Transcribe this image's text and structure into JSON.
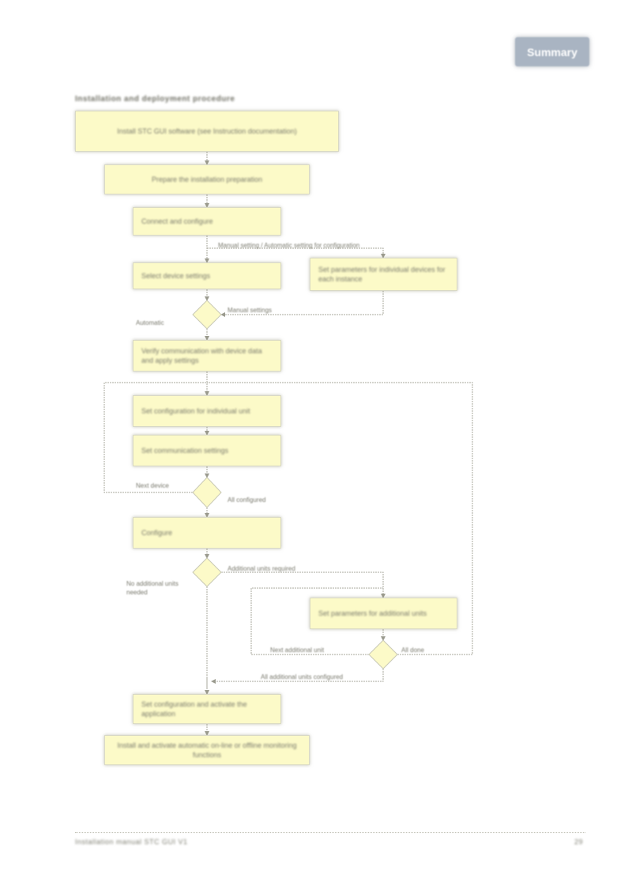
{
  "badge": {
    "label": "Summary"
  },
  "heading": "Installation and deployment procedure",
  "boxes": {
    "b1": "Install STC GUI software (see Instruction documentation)",
    "b2": "Prepare the installation preparation",
    "b3": "Connect and configure",
    "b4": "Select device settings",
    "b5": "Set parameters for individual devices for each instance",
    "b6": "Verify communication with device data and apply settings",
    "b7": "Set configuration for individual unit",
    "b8": "Set communication settings",
    "b9": "Configure",
    "b10": "Set parameters for additional units",
    "b11": "Set configuration and activate the application",
    "b12": "Install and activate automatic on-line or offline monitoring functions"
  },
  "labels": {
    "l_split": "Manual setting / Automatic setting for configuration",
    "l_d1_right": "Manual settings",
    "l_d1_left": "Automatic",
    "l_d2_left": "Next device",
    "l_d2_right": "All configured",
    "l_d3_right": "Additional units required",
    "l_d3_left": "No additional units needed",
    "l_d4_left": "Next additional unit",
    "l_d4_right": "All done",
    "l_bottom": "All additional units configured"
  },
  "footer": {
    "text": "Installation manual STC GUI V1",
    "page": "29"
  }
}
